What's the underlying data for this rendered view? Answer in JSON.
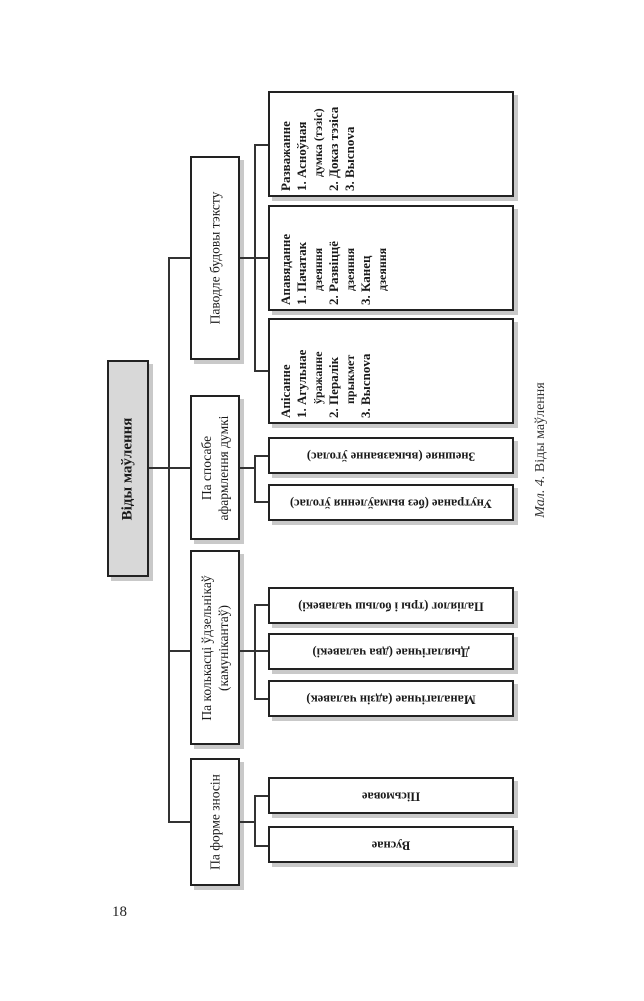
{
  "page": {
    "number": "18"
  },
  "caption": {
    "label": "Мал. 4.",
    "text": "Віды маўлення"
  },
  "root": {
    "label": "Віды маўлення"
  },
  "categories": [
    {
      "label": "Паводле будовы тэксту",
      "children": [
        {
          "title": "Разважанне",
          "items": [
            "1. Асноўная",
            "думка (тэзіс)",
            "2. Доказ тэзіса",
            "3. Высnova"
          ]
        },
        {
          "title": "Апавяданне",
          "items": [
            "1. Пачатак",
            "дзеяння",
            "2. Развіццё",
            "дзеяння",
            "3. Канец",
            "дзеяння"
          ]
        },
        {
          "title": "Апісанне",
          "items": [
            "1. Агульнае",
            "ўражанне",
            "2. Пералік",
            "прыкмет",
            "3. Высnova"
          ]
        }
      ]
    },
    {
      "label_line1": "Па спосабе",
      "label_line2": "афармлення думкі",
      "children": [
        "Знешняе (выказванне ўголас)",
        "Унутранае (без вымаўлення ўголас)"
      ]
    },
    {
      "label_line1": "Па колькасці ўдзельнікаў",
      "label_line2": "(камунікантаў)",
      "children": [
        "Паліялог (тры і больш чалавекі)",
        "Дыялагічнае (два чалавекі)",
        "Маналагічнае (адзін чалавек)"
      ]
    },
    {
      "label": "Па форме зносін",
      "children": [
        "Пісьмовае",
        "Вуснае"
      ]
    }
  ]
}
